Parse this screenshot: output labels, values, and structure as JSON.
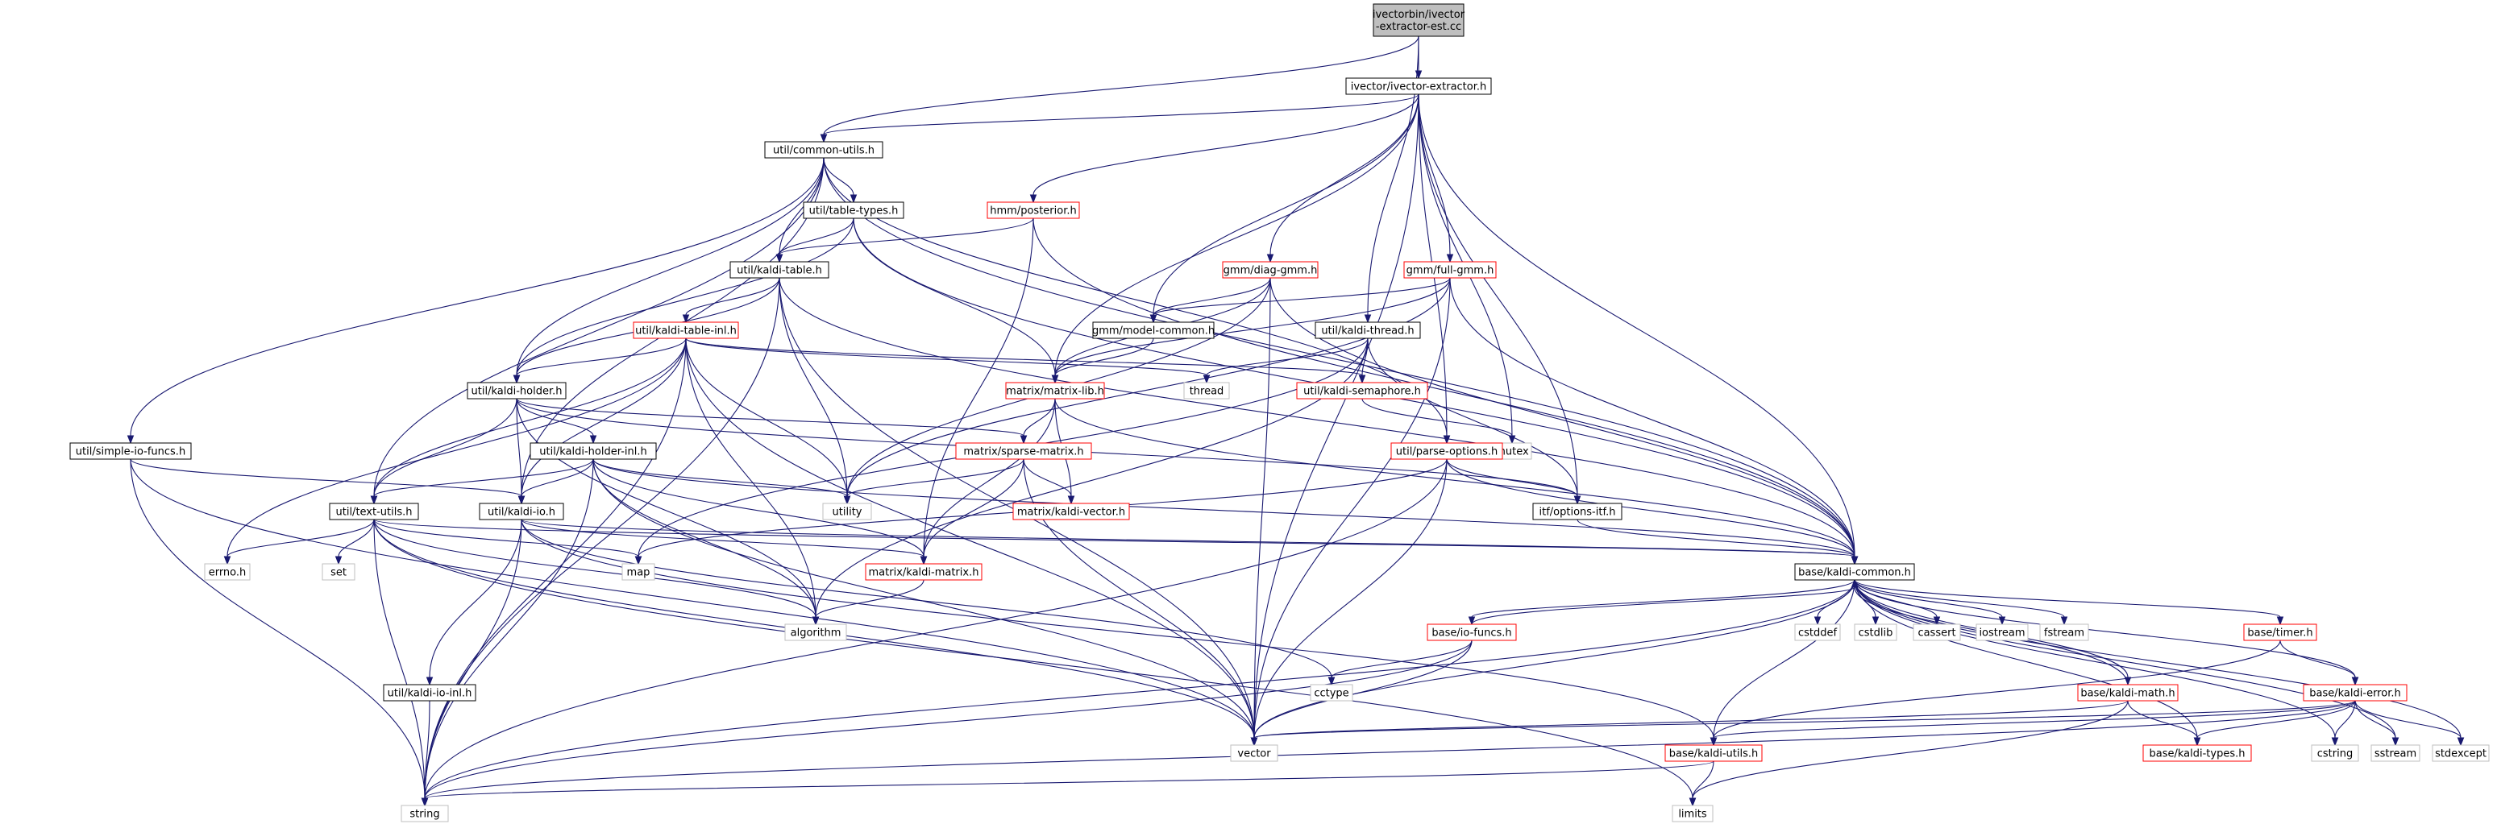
{
  "colors": {
    "edge": "#191970",
    "root_fill": "#bfbfbf",
    "node_border_normal": "#000000",
    "node_border_truncated": "#ff0000",
    "node_border_external": "#bfbfbf"
  },
  "nodes": {
    "root": {
      "lines": [
        "ivectorbin/ivector",
        "-extractor-est.cc"
      ],
      "kind": "root"
    },
    "ivector_extractor": {
      "lines": [
        "ivector/ivector-extractor.h"
      ],
      "kind": "normal"
    },
    "common_utils": {
      "lines": [
        "util/common-utils.h"
      ],
      "kind": "normal"
    },
    "table_types": {
      "lines": [
        "util/table-types.h"
      ],
      "kind": "normal"
    },
    "posterior": {
      "lines": [
        "hmm/posterior.h"
      ],
      "kind": "truncated"
    },
    "kaldi_table": {
      "lines": [
        "util/kaldi-table.h"
      ],
      "kind": "normal"
    },
    "diag_gmm": {
      "lines": [
        "gmm/diag-gmm.h"
      ],
      "kind": "truncated"
    },
    "full_gmm": {
      "lines": [
        "gmm/full-gmm.h"
      ],
      "kind": "truncated"
    },
    "model_common": {
      "lines": [
        "gmm/model-common.h"
      ],
      "kind": "normal"
    },
    "kaldi_thread": {
      "lines": [
        "util/kaldi-thread.h"
      ],
      "kind": "normal"
    },
    "kaldi_table_inl": {
      "lines": [
        "util/kaldi-table-inl.h"
      ],
      "kind": "truncated"
    },
    "matrix_lib": {
      "lines": [
        "matrix/matrix-lib.h"
      ],
      "kind": "truncated"
    },
    "thread": {
      "lines": [
        "thread"
      ],
      "kind": "external"
    },
    "kaldi_semaphore": {
      "lines": [
        "util/kaldi-semaphore.h"
      ],
      "kind": "truncated"
    },
    "kaldi_holder": {
      "lines": [
        "util/kaldi-holder.h"
      ],
      "kind": "normal"
    },
    "mutex": {
      "lines": [
        "mutex"
      ],
      "kind": "external"
    },
    "simple_io_funcs": {
      "lines": [
        "util/simple-io-funcs.h"
      ],
      "kind": "normal"
    },
    "kaldi_holder_inl": {
      "lines": [
        "util/kaldi-holder-inl.h"
      ],
      "kind": "normal"
    },
    "sparse_matrix": {
      "lines": [
        "matrix/sparse-matrix.h"
      ],
      "kind": "truncated"
    },
    "parse_options": {
      "lines": [
        "util/parse-options.h"
      ],
      "kind": "truncated"
    },
    "utility": {
      "lines": [
        "utility"
      ],
      "kind": "external"
    },
    "text_utils": {
      "lines": [
        "util/text-utils.h"
      ],
      "kind": "normal"
    },
    "kaldi_io": {
      "lines": [
        "util/kaldi-io.h"
      ],
      "kind": "normal"
    },
    "kaldi_vector": {
      "lines": [
        "matrix/kaldi-vector.h"
      ],
      "kind": "truncated"
    },
    "options_itf": {
      "lines": [
        "itf/options-itf.h"
      ],
      "kind": "normal"
    },
    "errno": {
      "lines": [
        "errno.h"
      ],
      "kind": "external"
    },
    "set": {
      "lines": [
        "set"
      ],
      "kind": "external"
    },
    "map": {
      "lines": [
        "map"
      ],
      "kind": "external"
    },
    "kaldi_matrix": {
      "lines": [
        "matrix/kaldi-matrix.h"
      ],
      "kind": "truncated"
    },
    "kaldi_common": {
      "lines": [
        "base/kaldi-common.h"
      ],
      "kind": "normal"
    },
    "algorithm": {
      "lines": [
        "algorithm"
      ],
      "kind": "external"
    },
    "cstddef": {
      "lines": [
        "cstddef"
      ],
      "kind": "external"
    },
    "cstdlib": {
      "lines": [
        "cstdlib"
      ],
      "kind": "external"
    },
    "cassert": {
      "lines": [
        "cassert"
      ],
      "kind": "external"
    },
    "iostream": {
      "lines": [
        "iostream"
      ],
      "kind": "external"
    },
    "fstream": {
      "lines": [
        "fstream"
      ],
      "kind": "external"
    },
    "timer": {
      "lines": [
        "base/timer.h"
      ],
      "kind": "truncated"
    },
    "io_funcs": {
      "lines": [
        "base/io-funcs.h"
      ],
      "kind": "truncated"
    },
    "cctype": {
      "lines": [
        "cctype"
      ],
      "kind": "external"
    },
    "kaldi_io_inl": {
      "lines": [
        "util/kaldi-io-inl.h"
      ],
      "kind": "normal"
    },
    "kaldi_math": {
      "lines": [
        "base/kaldi-math.h"
      ],
      "kind": "truncated"
    },
    "kaldi_error": {
      "lines": [
        "base/kaldi-error.h"
      ],
      "kind": "truncated"
    },
    "vector": {
      "lines": [
        "vector"
      ],
      "kind": "external"
    },
    "kaldi_utils": {
      "lines": [
        "base/kaldi-utils.h"
      ],
      "kind": "truncated"
    },
    "kaldi_types": {
      "lines": [
        "base/kaldi-types.h"
      ],
      "kind": "truncated"
    },
    "cstring": {
      "lines": [
        "cstring"
      ],
      "kind": "external"
    },
    "sstream": {
      "lines": [
        "sstream"
      ],
      "kind": "external"
    },
    "stdexcept": {
      "lines": [
        "stdexcept"
      ],
      "kind": "external"
    },
    "string": {
      "lines": [
        "string"
      ],
      "kind": "external"
    },
    "limits": {
      "lines": [
        "limits"
      ],
      "kind": "external"
    }
  },
  "edges": [
    [
      "root",
      "ivector_extractor"
    ],
    [
      "root",
      "common_utils"
    ],
    [
      "root",
      "kaldi_thread"
    ],
    [
      "ivector_extractor",
      "common_utils"
    ],
    [
      "ivector_extractor",
      "posterior"
    ],
    [
      "ivector_extractor",
      "diag_gmm"
    ],
    [
      "ivector_extractor",
      "full_gmm"
    ],
    [
      "ivector_extractor",
      "model_common"
    ],
    [
      "ivector_extractor",
      "matrix_lib"
    ],
    [
      "ivector_extractor",
      "parse_options"
    ],
    [
      "ivector_extractor",
      "options_itf"
    ],
    [
      "ivector_extractor",
      "mutex"
    ],
    [
      "ivector_extractor",
      "vector"
    ],
    [
      "ivector_extractor",
      "kaldi_common"
    ],
    [
      "common_utils",
      "table_types"
    ],
    [
      "common_utils",
      "kaldi_table"
    ],
    [
      "common_utils",
      "kaldi_holder"
    ],
    [
      "common_utils",
      "simple_io_funcs"
    ],
    [
      "common_utils",
      "text_utils"
    ],
    [
      "common_utils",
      "kaldi_io"
    ],
    [
      "common_utils",
      "parse_options"
    ],
    [
      "common_utils",
      "kaldi_common"
    ],
    [
      "table_types",
      "kaldi_table"
    ],
    [
      "table_types",
      "kaldi_holder"
    ],
    [
      "table_types",
      "matrix_lib"
    ],
    [
      "table_types",
      "kaldi_common"
    ],
    [
      "posterior",
      "kaldi_table"
    ],
    [
      "posterior",
      "kaldi_matrix"
    ],
    [
      "posterior",
      "kaldi_common"
    ],
    [
      "kaldi_table",
      "kaldi_table_inl"
    ],
    [
      "kaldi_table",
      "kaldi_holder"
    ],
    [
      "kaldi_table",
      "utility"
    ],
    [
      "kaldi_table",
      "string"
    ],
    [
      "kaldi_table",
      "vector"
    ],
    [
      "kaldi_table",
      "kaldi_common"
    ],
    [
      "diag_gmm",
      "model_common"
    ],
    [
      "diag_gmm",
      "matrix_lib"
    ],
    [
      "diag_gmm",
      "utility"
    ],
    [
      "diag_gmm",
      "vector"
    ],
    [
      "diag_gmm",
      "kaldi_common"
    ],
    [
      "full_gmm",
      "model_common"
    ],
    [
      "full_gmm",
      "matrix_lib"
    ],
    [
      "full_gmm",
      "utility"
    ],
    [
      "full_gmm",
      "vector"
    ],
    [
      "full_gmm",
      "kaldi_common"
    ],
    [
      "model_common",
      "matrix_lib"
    ],
    [
      "kaldi_thread",
      "thread"
    ],
    [
      "kaldi_thread",
      "kaldi_semaphore"
    ],
    [
      "kaldi_thread",
      "options_itf"
    ],
    [
      "kaldi_thread",
      "algorithm"
    ],
    [
      "kaldi_thread",
      "map"
    ],
    [
      "kaldi_table_inl",
      "kaldi_holder"
    ],
    [
      "kaldi_table_inl",
      "text_utils"
    ],
    [
      "kaldi_table_inl",
      "kaldi_io"
    ],
    [
      "kaldi_table_inl",
      "utility"
    ],
    [
      "kaldi_table_inl",
      "algorithm"
    ],
    [
      "kaldi_table_inl",
      "errno"
    ],
    [
      "kaldi_table_inl",
      "string"
    ],
    [
      "kaldi_table_inl",
      "vector"
    ],
    [
      "kaldi_table_inl",
      "thread"
    ],
    [
      "kaldi_table_inl",
      "kaldi_semaphore"
    ],
    [
      "matrix_lib",
      "sparse_matrix"
    ],
    [
      "matrix_lib",
      "kaldi_matrix"
    ],
    [
      "matrix_lib",
      "kaldi_vector"
    ],
    [
      "matrix_lib",
      "kaldi_common"
    ],
    [
      "kaldi_semaphore",
      "mutex"
    ],
    [
      "kaldi_holder",
      "kaldi_holder_inl"
    ],
    [
      "kaldi_holder",
      "text_utils"
    ],
    [
      "kaldi_holder",
      "kaldi_io"
    ],
    [
      "kaldi_holder",
      "sparse_matrix"
    ],
    [
      "kaldi_holder",
      "algorithm"
    ],
    [
      "kaldi_holder",
      "options_itf"
    ],
    [
      "simple_io_funcs",
      "kaldi_io"
    ],
    [
      "simple_io_funcs",
      "string"
    ],
    [
      "simple_io_funcs",
      "vector"
    ],
    [
      "kaldi_holder_inl",
      "text_utils"
    ],
    [
      "kaldi_holder_inl",
      "kaldi_io"
    ],
    [
      "kaldi_holder_inl",
      "utility"
    ],
    [
      "kaldi_holder_inl",
      "kaldi_matrix"
    ],
    [
      "kaldi_holder_inl",
      "algorithm"
    ],
    [
      "kaldi_holder_inl",
      "string"
    ],
    [
      "kaldi_holder_inl",
      "vector"
    ],
    [
      "kaldi_holder_inl",
      "kaldi_common"
    ],
    [
      "sparse_matrix",
      "utility"
    ],
    [
      "sparse_matrix",
      "kaldi_vector"
    ],
    [
      "sparse_matrix",
      "kaldi_matrix"
    ],
    [
      "sparse_matrix",
      "vector"
    ],
    [
      "parse_options",
      "map"
    ],
    [
      "parse_options",
      "string"
    ],
    [
      "parse_options",
      "vector"
    ],
    [
      "parse_options",
      "options_itf"
    ],
    [
      "parse_options",
      "kaldi_common"
    ],
    [
      "text_utils",
      "errno"
    ],
    [
      "text_utils",
      "set"
    ],
    [
      "text_utils",
      "map"
    ],
    [
      "text_utils",
      "algorithm"
    ],
    [
      "text_utils",
      "string"
    ],
    [
      "text_utils",
      "vector"
    ],
    [
      "text_utils",
      "limits"
    ],
    [
      "text_utils",
      "kaldi_common"
    ],
    [
      "kaldi_io",
      "kaldi_io_inl"
    ],
    [
      "kaldi_io",
      "string"
    ],
    [
      "kaldi_io",
      "cctype"
    ],
    [
      "kaldi_io",
      "kaldi_common"
    ],
    [
      "kaldi_io",
      "kaldi_matrix"
    ],
    [
      "kaldi_io",
      "kaldi_utils"
    ],
    [
      "options_itf",
      "kaldi_common"
    ],
    [
      "kaldi_matrix",
      "algorithm"
    ],
    [
      "kaldi_common",
      "cstddef"
    ],
    [
      "kaldi_common",
      "cstdlib"
    ],
    [
      "kaldi_common",
      "cassert"
    ],
    [
      "kaldi_common",
      "iostream"
    ],
    [
      "kaldi_common",
      "fstream"
    ],
    [
      "kaldi_common",
      "timer"
    ],
    [
      "kaldi_common",
      "io_funcs"
    ],
    [
      "kaldi_common",
      "kaldi_math"
    ],
    [
      "kaldi_common",
      "kaldi_error"
    ],
    [
      "kaldi_common",
      "kaldi_types"
    ],
    [
      "kaldi_common",
      "kaldi_utils"
    ],
    [
      "kaldi_common",
      "vector"
    ],
    [
      "kaldi_common",
      "string"
    ],
    [
      "kaldi_common",
      "cstring"
    ],
    [
      "kaldi_common",
      "sstream"
    ],
    [
      "kaldi_common",
      "stdexcept"
    ],
    [
      "timer",
      "kaldi_error"
    ],
    [
      "timer",
      "kaldi_utils"
    ],
    [
      "io_funcs",
      "kaldi_common"
    ],
    [
      "io_funcs",
      "cctype"
    ],
    [
      "io_funcs",
      "vector"
    ],
    [
      "io_funcs",
      "string"
    ],
    [
      "kaldi_io_inl",
      "string"
    ],
    [
      "kaldi_math",
      "kaldi_common"
    ],
    [
      "kaldi_math",
      "kaldi_types"
    ],
    [
      "kaldi_math",
      "vector"
    ],
    [
      "kaldi_math",
      "limits"
    ],
    [
      "kaldi_error",
      "kaldi_types"
    ],
    [
      "kaldi_error",
      "kaldi_utils"
    ],
    [
      "kaldi_error",
      "vector"
    ],
    [
      "kaldi_error",
      "cstring"
    ],
    [
      "kaldi_error",
      "sstream"
    ],
    [
      "kaldi_error",
      "stdexcept"
    ],
    [
      "kaldi_error",
      "string"
    ],
    [
      "kaldi_utils",
      "string"
    ],
    [
      "kaldi_utils",
      "limits"
    ]
  ]
}
